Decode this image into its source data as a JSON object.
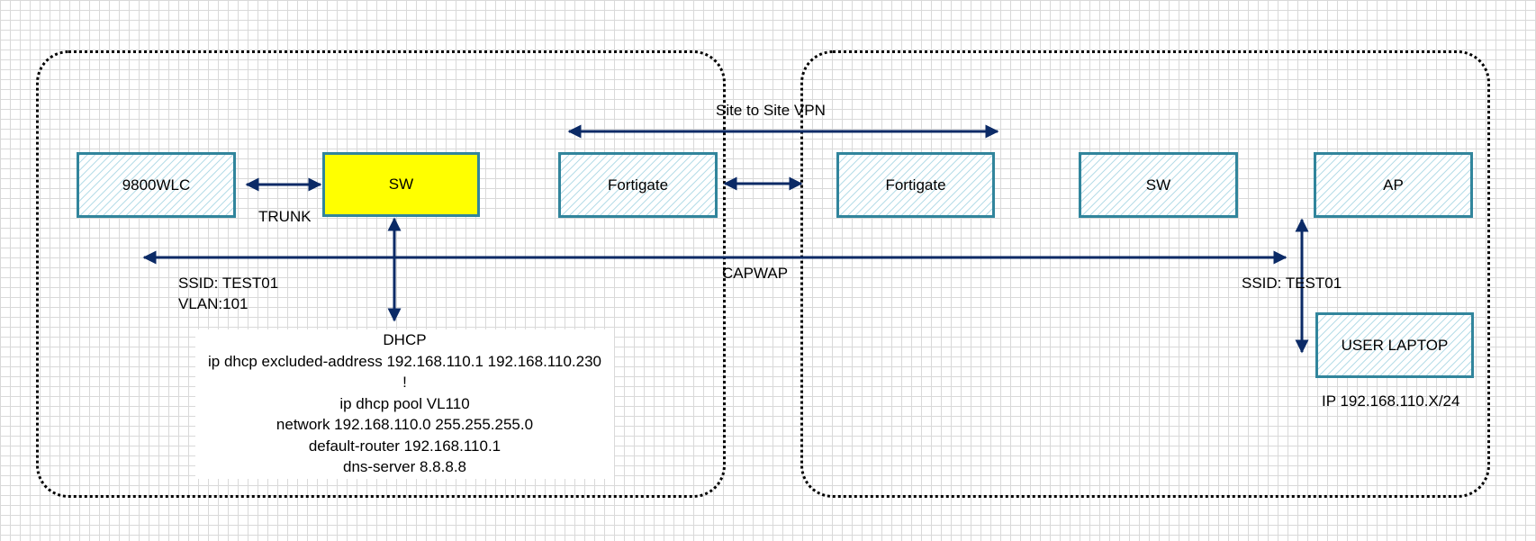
{
  "sites": [
    "",
    ""
  ],
  "nodes": {
    "wlc": "9800WLC",
    "sw_left": "SW",
    "fortigate_left": "Fortigate",
    "fortigate_right": "Fortigate",
    "sw_right": "SW",
    "ap": "AP",
    "laptop": "USER LAPTOP"
  },
  "labels": {
    "vpn": "Site to Site VPN",
    "trunk": "TRUNK",
    "capwap": "CAPWAP",
    "ssid_left": "SSID: TEST01",
    "vlan_left": "VLAN:101",
    "ssid_right": "SSID: TEST01",
    "laptop_ip": "IP 192.168.110.X/24"
  },
  "dhcp": {
    "title": "DHCP",
    "lines": [
      "ip dhcp excluded-address 192.168.110.1 192.168.110.230",
      "!",
      "ip dhcp pool VL110",
      "network 192.168.110.0 255.255.255.0",
      "default-router 192.168.110.1",
      "dns-server 8.8.8.8"
    ]
  },
  "colors": {
    "node_border": "#31859c",
    "node_hatch": "#b7dde8",
    "highlight": "#ffff00",
    "arrow": "#0b2a66"
  }
}
